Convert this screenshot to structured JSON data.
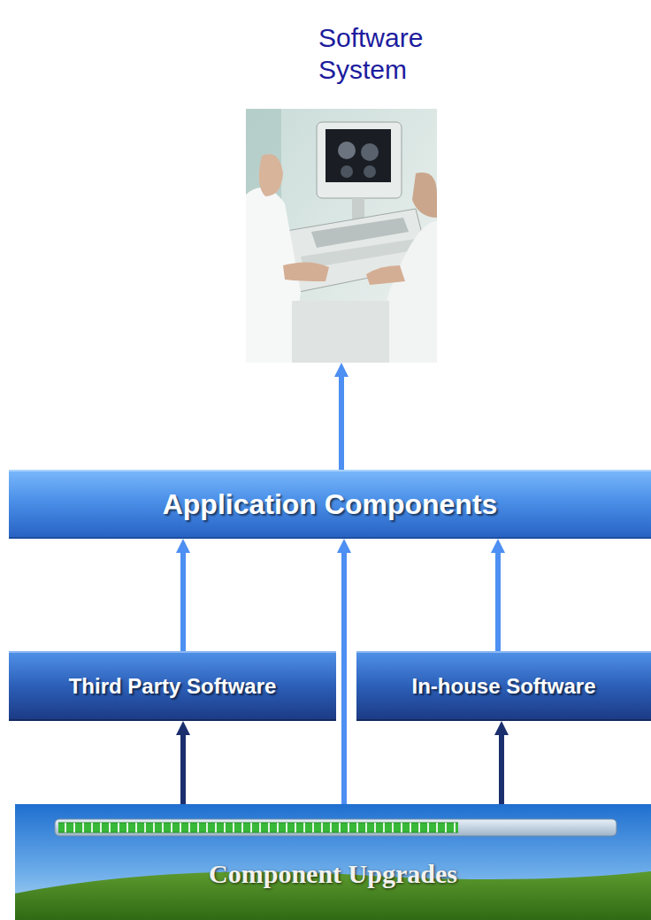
{
  "diagram": {
    "nodes": [
      {
        "text": [
          "Software System"
        ]
      },
      {
        "text": [
          "Application Components"
        ]
      },
      {
        "text": [
          "Third Party Software"
        ]
      },
      {
        "text": [
          "In-house Software"
        ]
      },
      {
        "text": [
          "Component Upgrades"
        ]
      }
    ],
    "edges": [
      {
        "from": 1,
        "to": 0,
        "arrow": "to"
      },
      {
        "from": 2,
        "to": 1,
        "arrow": "to"
      },
      {
        "from": 4,
        "to": 1,
        "arrow": "to"
      },
      {
        "from": 3,
        "to": 1,
        "arrow": "to"
      },
      {
        "from": 4,
        "to": 2,
        "arrow": "to"
      },
      {
        "from": 4,
        "to": 3,
        "arrow": "to"
      }
    ]
  }
}
